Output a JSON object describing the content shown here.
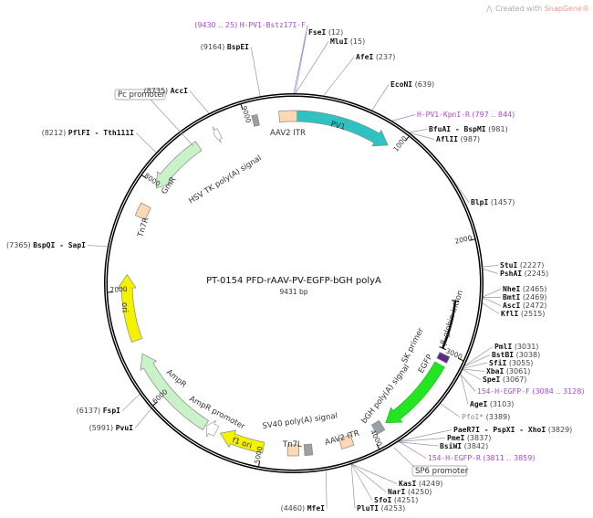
{
  "header": {
    "created_with": "Created with ",
    "brand": "SnapGene®"
  },
  "plasmid": {
    "name": "PT-0154   PFD-rAAV-PV-EGFP-bGH polyA",
    "length_label": "9431 bp",
    "length_bp": 9431
  },
  "ticks": [
    "1000",
    "2000",
    "3000",
    "4000",
    "5000",
    "6000",
    "7000",
    "8000",
    "9000"
  ],
  "features": [
    {
      "name": "PV1",
      "start": 30,
      "end": 900,
      "shape": "arrow",
      "dir": 1,
      "color": "#2fc2c2"
    },
    {
      "name": "AAV2 ITR",
      "start": 9300,
      "end": 30,
      "shape": "box",
      "color": "#fcd9b4"
    },
    {
      "name": "grey-element",
      "start": 9060,
      "end": 9110,
      "shape": "box",
      "color": "#9aa0a6"
    },
    {
      "name": "HSV TK poly(A) signal",
      "start": 8690,
      "end": 8740,
      "shape": "arrow",
      "dir": -1,
      "color": "#ffffff"
    },
    {
      "name": "GmR",
      "start": 7980,
      "end": 8520,
      "shape": "arrow",
      "dir": -1,
      "color": "#c9f2c9"
    },
    {
      "name": "Tn7R",
      "start": 7680,
      "end": 7800,
      "shape": "box",
      "color": "#fcd9b4"
    },
    {
      "name": "ori",
      "start": 6550,
      "end": 7150,
      "shape": "arrow",
      "dir": 1,
      "color": "#f5f200"
    },
    {
      "name": "AmpR",
      "start": 5550,
      "end": 6420,
      "shape": "arrow",
      "dir": 1,
      "color": "#c9f2c9"
    },
    {
      "name": "AmpR promoter",
      "start": 5440,
      "end": 5540,
      "shape": "arrow",
      "dir": 1,
      "color": "#ffffff"
    },
    {
      "name": "f1 ori",
      "start": 4990,
      "end": 5400,
      "shape": "arrow",
      "dir": 1,
      "color": "#f5f200"
    },
    {
      "name": "Tn7L",
      "start": 4670,
      "end": 4770,
      "shape": "box",
      "color": "#fcd9b4"
    },
    {
      "name": "SV40 poly(A) signal",
      "start": 4550,
      "end": 4620,
      "shape": "box",
      "color": "#9aa0a6"
    },
    {
      "name": "AAV2 ITR",
      "start": 4180,
      "end": 4290,
      "shape": "box",
      "color": "#fcd9b4"
    },
    {
      "name": "bGH poly(A) signal",
      "start": 3880,
      "end": 3960,
      "shape": "box",
      "color": "#9aa0a6"
    },
    {
      "name": "EGFP",
      "start": 3120,
      "end": 3840,
      "shape": "arrow",
      "dir": 1,
      "color": "#22e622"
    },
    {
      "name": "SK primer",
      "start": 3020,
      "end": 3080,
      "shape": "box",
      "color": "#5b2a86"
    },
    {
      "name": "β-globin intron",
      "start": 2520,
      "end": 2975,
      "shape": "line",
      "color": "#000000"
    }
  ],
  "feature_labels": {
    "pv1": "PV1",
    "itr1": "AAV2 ITR",
    "hsv": "HSV TK poly(A) signal",
    "gmr": "GmR",
    "tn7r": "Tn7R",
    "ori": "ori",
    "ampr": "AmpR",
    "ampr_promoter": "AmpR promoter",
    "f1ori": "f1 ori",
    "tn7l": "Tn7L",
    "sv40": "SV40 poly(A) signal",
    "itr2": "AAV2 ITR",
    "bgh": "bGH poly(A) signal",
    "egfp": "EGFP",
    "sk": "SK primer",
    "intron": "β-globin intron",
    "pc_promoter": "Pc promoter",
    "sp6_promoter": "SP6 promoter"
  },
  "sites": [
    {
      "name": "H-PV1-Bstz17I-F",
      "pos": "(9430 .. 25)",
      "bp": 0,
      "kind": "primer"
    },
    {
      "name": "FseI",
      "pos": "(12)",
      "bp": 12
    },
    {
      "name": "MluI",
      "pos": "(15)",
      "bp": 15
    },
    {
      "name": "BspEI",
      "pos": "(9164)",
      "bp": 9164
    },
    {
      "name": "AfeI",
      "pos": "(237)",
      "bp": 237
    },
    {
      "name": "EcoNI",
      "pos": "(639)",
      "bp": 639
    },
    {
      "name": "AccI",
      "pos": "(8735)",
      "bp": 8735
    },
    {
      "name": "H-PV1-KpnI-R",
      "pos": "(797 .. 844)",
      "bp": 820,
      "kind": "primer"
    },
    {
      "name": "BfuAI - BspMI",
      "pos": "(981)",
      "bp": 981
    },
    {
      "name": "AflII",
      "pos": "(987)",
      "bp": 987
    },
    {
      "name": "PflFI - Tth111I",
      "pos": "(8212)",
      "bp": 8212
    },
    {
      "name": "BlpI",
      "pos": "(1457)",
      "bp": 1457
    },
    {
      "name": "BspQI - SapI",
      "pos": "(7365)",
      "bp": 7365
    },
    {
      "name": "StuI",
      "pos": "(2227)",
      "bp": 2227
    },
    {
      "name": "PshAI",
      "pos": "(2245)",
      "bp": 2245
    },
    {
      "name": "NheI",
      "pos": "(2465)",
      "bp": 2465
    },
    {
      "name": "BmtI",
      "pos": "(2469)",
      "bp": 2469
    },
    {
      "name": "AscI",
      "pos": "(2472)",
      "bp": 2472
    },
    {
      "name": "KflI",
      "pos": "(2515)",
      "bp": 2515
    },
    {
      "name": "PmlI",
      "pos": "(3031)",
      "bp": 3031
    },
    {
      "name": "BstBI",
      "pos": "(3038)",
      "bp": 3038
    },
    {
      "name": "SfiI",
      "pos": "(3055)",
      "bp": 3055
    },
    {
      "name": "XbaI",
      "pos": "(3061)",
      "bp": 3061
    },
    {
      "name": "SpeI",
      "pos": "(3067)",
      "bp": 3067
    },
    {
      "name": "154-H-EGFP-F",
      "pos": "(3084 .. 3128)",
      "bp": 3106,
      "kind": "primer"
    },
    {
      "name": "AgeI",
      "pos": "(3103)",
      "bp": 3103
    },
    {
      "name": "PfoI*",
      "pos": "(3389)",
      "bp": 3389,
      "kind": "grey"
    },
    {
      "name": "PaeR7I - PspXI - XhoI",
      "pos": "(3829)",
      "bp": 3829
    },
    {
      "name": "PmeI",
      "pos": "(3837)",
      "bp": 3837
    },
    {
      "name": "BsiWI",
      "pos": "(3842)",
      "bp": 3842
    },
    {
      "name": "154-H-EGFP-R",
      "pos": "(3811 .. 3859)",
      "bp": 3835,
      "kind": "primer"
    },
    {
      "name": "KasI",
      "pos": "(4249)",
      "bp": 4249
    },
    {
      "name": "NarI",
      "pos": "(4250)",
      "bp": 4250
    },
    {
      "name": "SfoI",
      "pos": "(4251)",
      "bp": 4251
    },
    {
      "name": "PluTI",
      "pos": "(4253)",
      "bp": 4253
    },
    {
      "name": "MfeI",
      "pos": "(4460)",
      "bp": 4460
    },
    {
      "name": "PvuI",
      "pos": "(5991)",
      "bp": 5991
    },
    {
      "name": "FspI",
      "pos": "(6137)",
      "bp": 6137
    }
  ]
}
